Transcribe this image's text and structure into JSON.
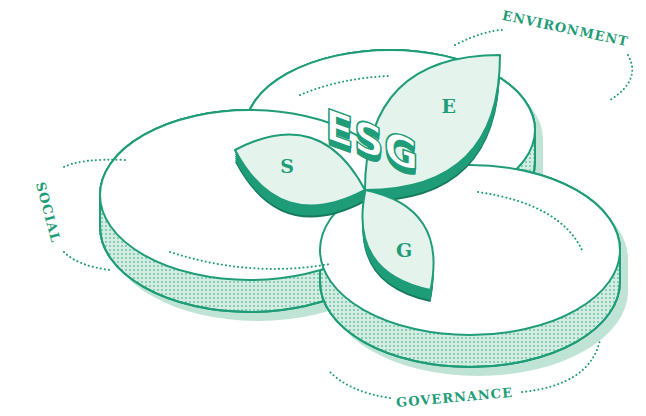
{
  "diagram": {
    "nodes": [
      {
        "text": [
          "S"
        ]
      },
      {
        "text": [
          "E"
        ]
      },
      {
        "text": [
          "G"
        ]
      }
    ],
    "labels": [
      "ESG",
      "ENVIRONMENT",
      "SOCIAL",
      "GOVERNANCE"
    ]
  }
}
